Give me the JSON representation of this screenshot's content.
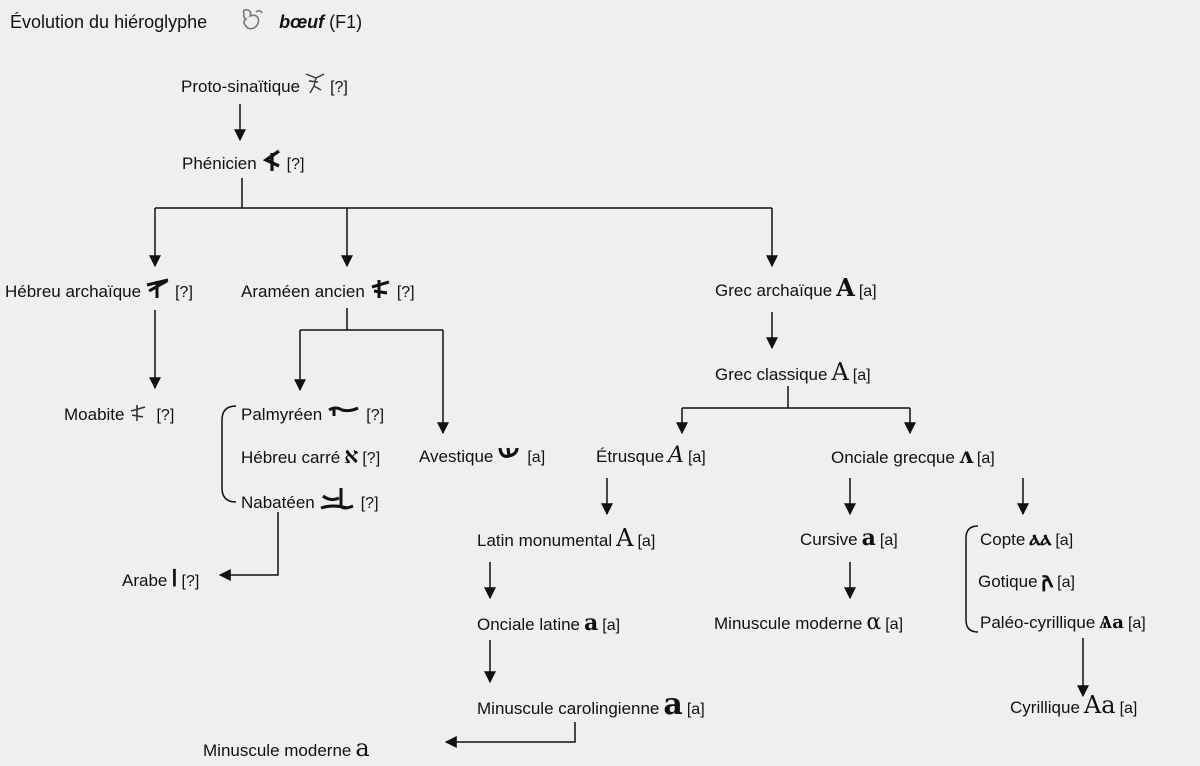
{
  "title": {
    "text": "Évolution du hiéroglyphe",
    "word": "bœuf",
    "code": "(F1)"
  },
  "notes": {
    "uncertain": "[?]",
    "attested": "[a]"
  },
  "nodes": {
    "proto_sinaitique": "Proto-sinaïtique",
    "phenicien": "Phénicien",
    "hebreu_archaique": "Hébreu archaïque",
    "arameen_ancien": "Araméen ancien",
    "grec_archaique": "Grec archaïque",
    "grec_classique": "Grec classique",
    "moabite": "Moabite",
    "palmyreen": "Palmyréen",
    "hebreu_carre": "Hébreu carré",
    "nabateen": "Nabatéen",
    "avestique": "Avestique",
    "etrusque": "Étrusque",
    "onciale_grecque": "Onciale grecque",
    "arabe": "Arabe",
    "latin_monumental": "Latin monumental",
    "cursive": "Cursive",
    "copte": "Copte",
    "gotique": "Gotique",
    "paleo_cyrillique": "Paléo-cyrillique",
    "onciale_latine": "Onciale latine",
    "minuscule_moderne_grec": "Minuscule moderne",
    "minuscule_carolingienne": "Minuscule carolingienne",
    "cyrillique": "Cyrillique",
    "minuscule_moderne_latin": "Minuscule moderne"
  },
  "glyphs": {
    "hebreu_carre": "א",
    "arabe": "ا",
    "grec_archaique": "A",
    "grec_classique": "A",
    "etrusque": "A",
    "onciale_grecque": "ᴧ",
    "latin_monumental": "A",
    "cursive": "a",
    "copte": "ⲁⲁ",
    "gotique": "𐌰",
    "paleo_cyrillique": "Ѧa",
    "onciale_latine": "a",
    "minuscule_moderne_grec": "α",
    "minuscule_carolingienne": "a",
    "cyrillique": "Aa",
    "minuscule_moderne_latin": "a"
  },
  "icons": {
    "title_glyph": "ox-head-hieroglyph-icon",
    "proto_sinaitique": "ox-head-icon",
    "phenicien": "phoenician-aleph-icon",
    "hebreu_archaique": "paleo-hebrew-aleph-icon",
    "arameen_ancien": "aramaic-aleph-icon",
    "moabite": "moabite-aleph-icon",
    "palmyreen": "palmyrene-aleph-icon",
    "nabateen": "nabataean-aleph-icon",
    "avestique": "avestan-a-icon"
  }
}
